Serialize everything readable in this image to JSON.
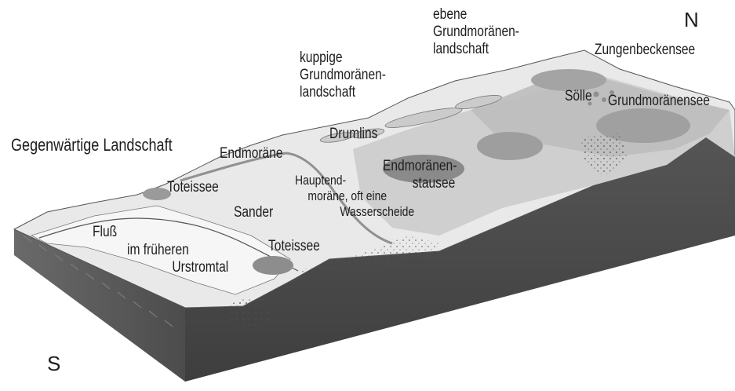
{
  "title": "Gegenwärtige Landschaft",
  "compass": {
    "north": "N",
    "south": "S"
  },
  "labels": {
    "ebene": [
      "ebene",
      "Grundmoränen-",
      "landschaft"
    ],
    "kuppige": [
      "kuppige",
      "Grundmoränen-",
      "landschaft"
    ],
    "zungenbeckensee": "Zungenbeckensee",
    "solle": "Sölle",
    "grundmoraenensee": "Grundmoränensee",
    "drumlins": "Drumlins",
    "endmoraene": "Endmoräne",
    "toteissee_1": "Toteissee",
    "hauptendmoraene": [
      "Hauptend-",
      "moräne, oft eine",
      "Wasserscheide"
    ],
    "endmoraenenstausee": [
      "Endmoränen-",
      "stausee"
    ],
    "sander": "Sander",
    "fluss": "Fluß",
    "urstromtal": [
      "im früheren",
      "Urstromtal"
    ],
    "toteissee_2": "Toteissee"
  },
  "colors": {
    "soil_front": "#4a4a4a",
    "soil_side": "#5d5d5d",
    "surface_light": "#efefef",
    "surface_mid": "#d2d2d2",
    "surface_dark": "#a9a9a9",
    "lake": "#9a9a9a",
    "text": "#1d1d1d"
  }
}
